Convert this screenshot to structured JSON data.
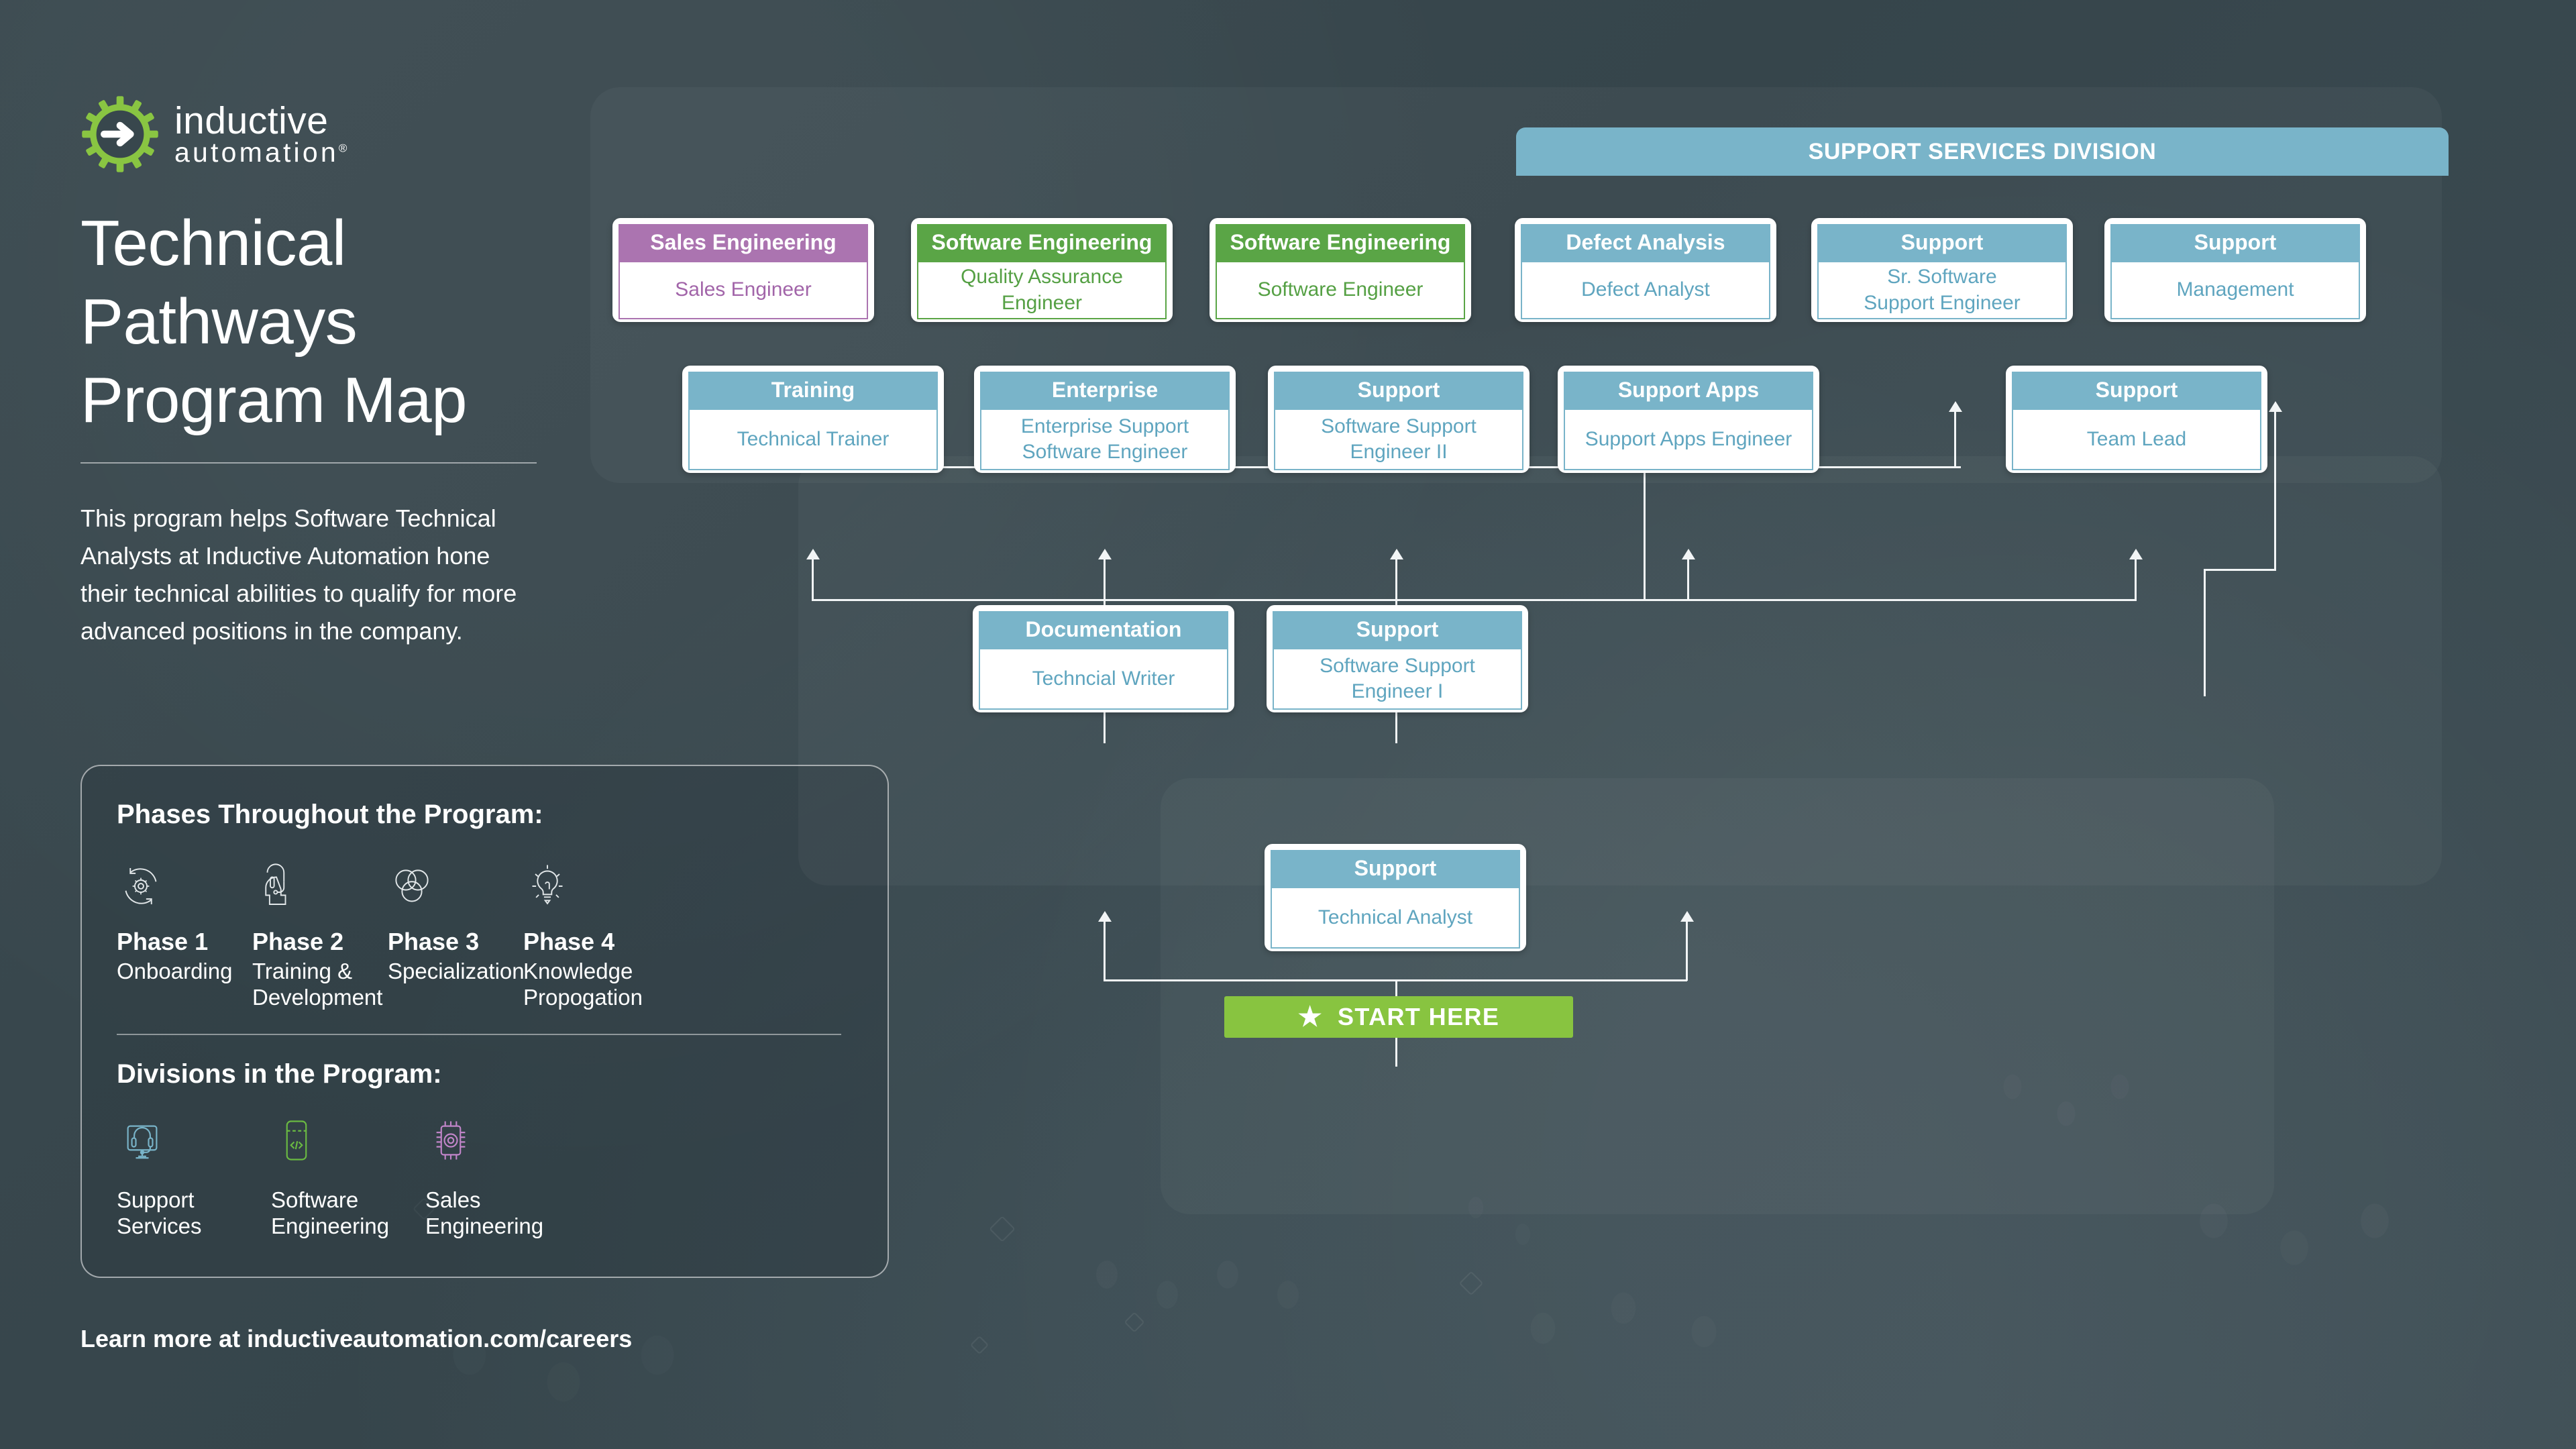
{
  "brand": {
    "line1": "inductive",
    "line2": "automation",
    "registered": "®",
    "gear_color": "#89c542"
  },
  "page_title": "Technical\nPathways\nProgram Map",
  "intro": "This program helps Software Technical Analysts at Inductive Automation hone their technical abilities to qualify for more advanced positions in the company.",
  "info_card": {
    "phases_heading": "Phases Throughout the Program:",
    "phases": [
      {
        "icon": "cycle-gear-icon",
        "number": "Phase 1",
        "desc": "Onboarding"
      },
      {
        "icon": "headset-head-icon",
        "number": "Phase 2",
        "desc": "Training &\nDevelopment"
      },
      {
        "icon": "venn-circles-icon",
        "number": "Phase 3",
        "desc": "Specialization"
      },
      {
        "icon": "lightbulb-icon",
        "number": "Phase 4",
        "desc": "Knowledge\nPropogation"
      }
    ],
    "divisions_heading": "Divisions in the Program:",
    "divisions": [
      {
        "icon": "headset-monitor-icon",
        "label": "Support\nServices",
        "color": "#79b4c9"
      },
      {
        "icon": "code-device-icon",
        "label": "Software\nEngineering",
        "color": "#6aba42"
      },
      {
        "icon": "chip-gear-icon",
        "label": "Sales\nEngineering",
        "color": "#c185c9"
      }
    ]
  },
  "footer_link": "Learn more at inductiveautomation.com/careers",
  "diagram": {
    "division_banner": "SUPPORT SERVICES DIVISION",
    "start_here": "START HERE",
    "start_here_icon": "star-icon",
    "colors": {
      "blue": "#79b4c9",
      "green": "#5aa546",
      "purple": "#ab74b0",
      "start_green": "#88c440",
      "connector": "#f2f5f6"
    },
    "nodes": [
      {
        "id": "sales-engineer",
        "header": "Sales Engineering",
        "role": "Sales Engineer",
        "theme": "purple"
      },
      {
        "id": "qa-engineer",
        "header": "Software Engineering",
        "role": "Quality Assurance Engineer",
        "theme": "green"
      },
      {
        "id": "software-engineer",
        "header": "Software Engineering",
        "role": "Software Engineer",
        "theme": "green"
      },
      {
        "id": "defect-analyst",
        "header": "Defect Analysis",
        "role": "Defect Analyst",
        "theme": "blue"
      },
      {
        "id": "sr-support-engineer",
        "header": "Support",
        "role": "Sr. Software\nSupport Engineer",
        "theme": "blue"
      },
      {
        "id": "management",
        "header": "Support",
        "role": "Management",
        "theme": "blue"
      },
      {
        "id": "technical-trainer",
        "header": "Training",
        "role": "Technical Trainer",
        "theme": "blue"
      },
      {
        "id": "enterprise-engineer",
        "header": "Enterprise",
        "role": "Enterprise Support\nSoftware Engineer",
        "theme": "blue"
      },
      {
        "id": "support-engineer-ii",
        "header": "Support",
        "role": "Software Support\nEngineer II",
        "theme": "blue"
      },
      {
        "id": "support-apps-engineer",
        "header": "Support Apps",
        "role": "Support Apps Engineer",
        "theme": "blue"
      },
      {
        "id": "team-lead",
        "header": "Support",
        "role": "Team Lead",
        "theme": "blue"
      },
      {
        "id": "technical-writer",
        "header": "Documentation",
        "role": "Techncial Writer",
        "theme": "blue"
      },
      {
        "id": "support-engineer-i",
        "header": "Support",
        "role": "Software Support\nEngineer I",
        "theme": "blue"
      },
      {
        "id": "technical-analyst",
        "header": "Support",
        "role": "Technical Analyst",
        "theme": "blue"
      }
    ]
  }
}
